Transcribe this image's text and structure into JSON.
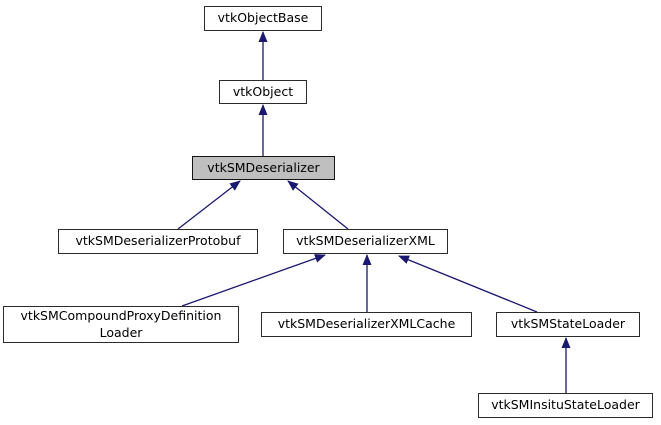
{
  "diagram": {
    "kind": "class-inheritance-graph",
    "background_color": "#ffffff",
    "edge_color": "#191970",
    "node_fill": "#ffffff",
    "node_border_color": "#2b2b2b",
    "highlight_fill": "#bfbfbf",
    "nodes": [
      {
        "id": "vtkObjectBase",
        "label": "vtkObjectBase",
        "highlighted": false
      },
      {
        "id": "vtkObject",
        "label": "vtkObject",
        "highlighted": false
      },
      {
        "id": "vtkSMDeserializer",
        "label": "vtkSMDeserializer",
        "highlighted": true
      },
      {
        "id": "vtkSMDeserializerProtobuf",
        "label": "vtkSMDeserializerProtobuf",
        "highlighted": false
      },
      {
        "id": "vtkSMDeserializerXML",
        "label": "vtkSMDeserializerXML",
        "highlighted": false
      },
      {
        "id": "vtkSMCompoundProxyDefinitionLoader",
        "label": "vtkSMCompoundProxyDefinition\nLoader",
        "highlighted": false
      },
      {
        "id": "vtkSMDeserializerXMLCache",
        "label": "vtkSMDeserializerXMLCache",
        "highlighted": false
      },
      {
        "id": "vtkSMStateLoader",
        "label": "vtkSMStateLoader",
        "highlighted": false
      },
      {
        "id": "vtkSMInsituStateLoader",
        "label": "vtkSMInsituStateLoader",
        "highlighted": false
      }
    ],
    "edges": [
      {
        "from": "vtkObject",
        "to": "vtkObjectBase"
      },
      {
        "from": "vtkSMDeserializer",
        "to": "vtkObject"
      },
      {
        "from": "vtkSMDeserializerProtobuf",
        "to": "vtkSMDeserializer"
      },
      {
        "from": "vtkSMDeserializerXML",
        "to": "vtkSMDeserializer"
      },
      {
        "from": "vtkSMCompoundProxyDefinitionLoader",
        "to": "vtkSMDeserializerXML"
      },
      {
        "from": "vtkSMDeserializerXMLCache",
        "to": "vtkSMDeserializerXML"
      },
      {
        "from": "vtkSMStateLoader",
        "to": "vtkSMDeserializerXML"
      },
      {
        "from": "vtkSMInsituStateLoader",
        "to": "vtkSMStateLoader"
      }
    ]
  }
}
